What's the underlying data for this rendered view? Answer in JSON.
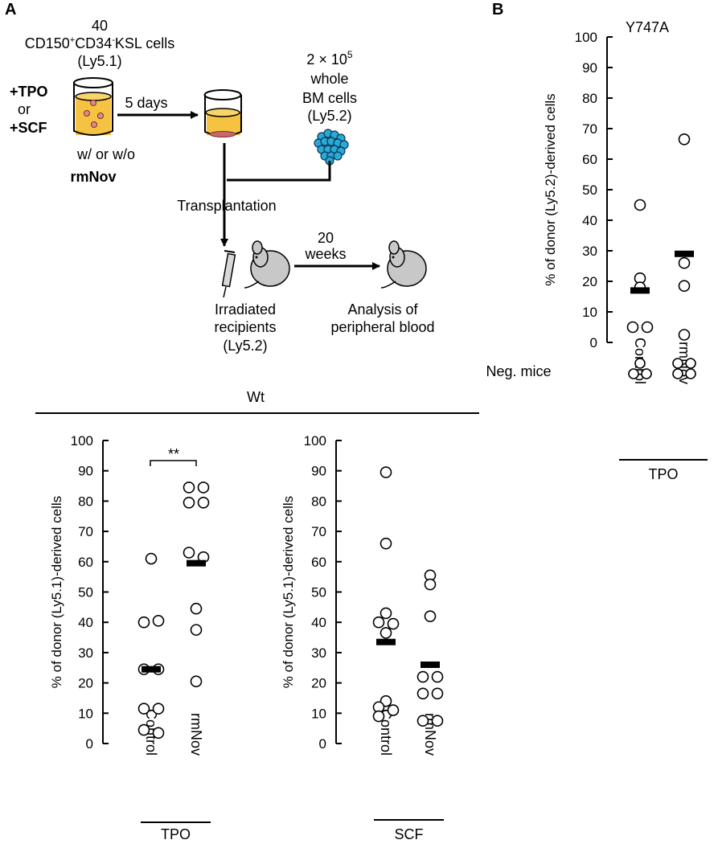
{
  "panel_a": {
    "label": "A",
    "scheme": {
      "cells_count": "40",
      "cells_name_1": "CD150",
      "cells_sup_1": "+",
      "cells_name_2": "CD34",
      "cells_sup_2": "-",
      "cells_name_3": "KSL cells",
      "cells_strain": "(Ly5.1)",
      "cond_tpo": "+TPO",
      "cond_or": "or",
      "cond_scf": "+SCF",
      "with_without": "w/ or w/o",
      "rmnov": "rmNov",
      "culture_days": "5 days",
      "bm_count": "2 × 10",
      "bm_exp": "5",
      "bm_whole": "whole",
      "bm_cells": "BM cells",
      "bm_strain": "(Ly5.2)",
      "transplantation": "Transplantation",
      "weeks_num": "20",
      "weeks_word": "weeks",
      "recip_1": "Irradiated",
      "recip_2": "recipients",
      "recip_3": "(Ly5.2)",
      "analysis_1": "Analysis of",
      "analysis_2": "peripheral blood"
    },
    "wt_title": "Wt",
    "significance": "**"
  },
  "panel_b": {
    "label": "B",
    "title": "Y747A",
    "neg_mice_label": "Neg. mice"
  },
  "colors": {
    "dish_fill": "#f5c242",
    "bm_cells": "#2aa8d8",
    "mouse": "#c8c8c8"
  },
  "chart_data": [
    {
      "id": "wt_tpo",
      "type": "scatter",
      "title": "",
      "ylabel": "% of donor (Ly5.1)-derived cells",
      "ylim": [
        0,
        100
      ],
      "yticks": [
        0,
        10,
        20,
        30,
        40,
        50,
        60,
        70,
        80,
        90,
        100
      ],
      "categories": [
        "Control",
        "rmNov"
      ],
      "group": "TPO",
      "points": [
        {
          "cat": "Control",
          "offset": 0,
          "y": 61
        },
        {
          "cat": "Control",
          "offset": -0.5,
          "y": 40
        },
        {
          "cat": "Control",
          "offset": 0.5,
          "y": 40.5
        },
        {
          "cat": "Control",
          "offset": -0.5,
          "y": 24.5
        },
        {
          "cat": "Control",
          "offset": 0.5,
          "y": 24.5
        },
        {
          "cat": "Control",
          "offset": -0.5,
          "y": 11.5
        },
        {
          "cat": "Control",
          "offset": 0.5,
          "y": 11.5
        },
        {
          "cat": "Control",
          "offset": -0.5,
          "y": 4.5
        },
        {
          "cat": "Control",
          "offset": 0.5,
          "y": 3.5
        },
        {
          "cat": "rmNov",
          "offset": -0.5,
          "y": 84.5
        },
        {
          "cat": "rmNov",
          "offset": 0.5,
          "y": 84.5
        },
        {
          "cat": "rmNov",
          "offset": -0.5,
          "y": 79.5
        },
        {
          "cat": "rmNov",
          "offset": 0.5,
          "y": 79.5
        },
        {
          "cat": "rmNov",
          "offset": -0.5,
          "y": 63
        },
        {
          "cat": "rmNov",
          "offset": 0.5,
          "y": 61.5
        },
        {
          "cat": "rmNov",
          "offset": 0,
          "y": 44.5
        },
        {
          "cat": "rmNov",
          "offset": 0,
          "y": 37.5
        },
        {
          "cat": "rmNov",
          "offset": 0,
          "y": 20.5
        }
      ],
      "means": [
        {
          "cat": "Control",
          "y": 24.5
        },
        {
          "cat": "rmNov",
          "y": 59.5
        }
      ]
    },
    {
      "id": "wt_scf",
      "type": "scatter",
      "title": "",
      "ylabel": "% of donor (Ly5.1)-derived cells",
      "ylim": [
        0,
        100
      ],
      "yticks": [
        0,
        10,
        20,
        30,
        40,
        50,
        60,
        70,
        80,
        90,
        100
      ],
      "categories": [
        "Control",
        "rmNov"
      ],
      "group": "SCF",
      "points": [
        {
          "cat": "Control",
          "offset": 0,
          "y": 89.5
        },
        {
          "cat": "Control",
          "offset": 0,
          "y": 66
        },
        {
          "cat": "Control",
          "offset": 0,
          "y": 43
        },
        {
          "cat": "Control",
          "offset": -0.5,
          "y": 40
        },
        {
          "cat": "Control",
          "offset": 0.5,
          "y": 39.5
        },
        {
          "cat": "Control",
          "offset": 0,
          "y": 36.5
        },
        {
          "cat": "Control",
          "offset": 0,
          "y": 14
        },
        {
          "cat": "Control",
          "offset": -0.5,
          "y": 12
        },
        {
          "cat": "Control",
          "offset": 0.5,
          "y": 11
        },
        {
          "cat": "Control",
          "offset": -0.5,
          "y": 9
        },
        {
          "cat": "rmNov",
          "offset": 0,
          "y": 55.5
        },
        {
          "cat": "rmNov",
          "offset": 0,
          "y": 52.5
        },
        {
          "cat": "rmNov",
          "offset": 0,
          "y": 42
        },
        {
          "cat": "rmNov",
          "offset": -0.5,
          "y": 22
        },
        {
          "cat": "rmNov",
          "offset": 0.5,
          "y": 22
        },
        {
          "cat": "rmNov",
          "offset": -0.5,
          "y": 16.5
        },
        {
          "cat": "rmNov",
          "offset": 0.5,
          "y": 16.5
        },
        {
          "cat": "rmNov",
          "offset": -0.5,
          "y": 7.5
        },
        {
          "cat": "rmNov",
          "offset": 0.5,
          "y": 7.5
        }
      ],
      "means": [
        {
          "cat": "Control",
          "y": 33.5
        },
        {
          "cat": "rmNov",
          "y": 26
        }
      ]
    },
    {
      "id": "y747a_tpo",
      "type": "scatter",
      "title": "Y747A",
      "ylabel": "% of donor (Ly5.2)-derived cells",
      "ylim": [
        0,
        100
      ],
      "yticks": [
        0,
        10,
        20,
        30,
        40,
        50,
        60,
        70,
        80,
        90,
        100
      ],
      "categories": [
        "Control",
        "rmNov"
      ],
      "group": "TPO",
      "points": [
        {
          "cat": "Control",
          "offset": 0,
          "y": 45
        },
        {
          "cat": "Control",
          "offset": 0,
          "y": 21
        },
        {
          "cat": "Control",
          "offset": 0,
          "y": 18
        },
        {
          "cat": "Control",
          "offset": -0.5,
          "y": 5
        },
        {
          "cat": "Control",
          "offset": 0.5,
          "y": 5
        },
        {
          "cat": "rmNov",
          "offset": 0,
          "y": 66.5
        },
        {
          "cat": "rmNov",
          "offset": 0,
          "y": 26
        },
        {
          "cat": "rmNov",
          "offset": 0,
          "y": 18.5
        },
        {
          "cat": "rmNov",
          "offset": 0,
          "y": 2.5
        }
      ],
      "means": [
        {
          "cat": "Control",
          "y": 17
        },
        {
          "cat": "rmNov",
          "y": 29
        }
      ],
      "neg_mice": [
        {
          "cat": "Control",
          "count": 3
        },
        {
          "cat": "rmNov",
          "count": 4
        }
      ]
    }
  ]
}
